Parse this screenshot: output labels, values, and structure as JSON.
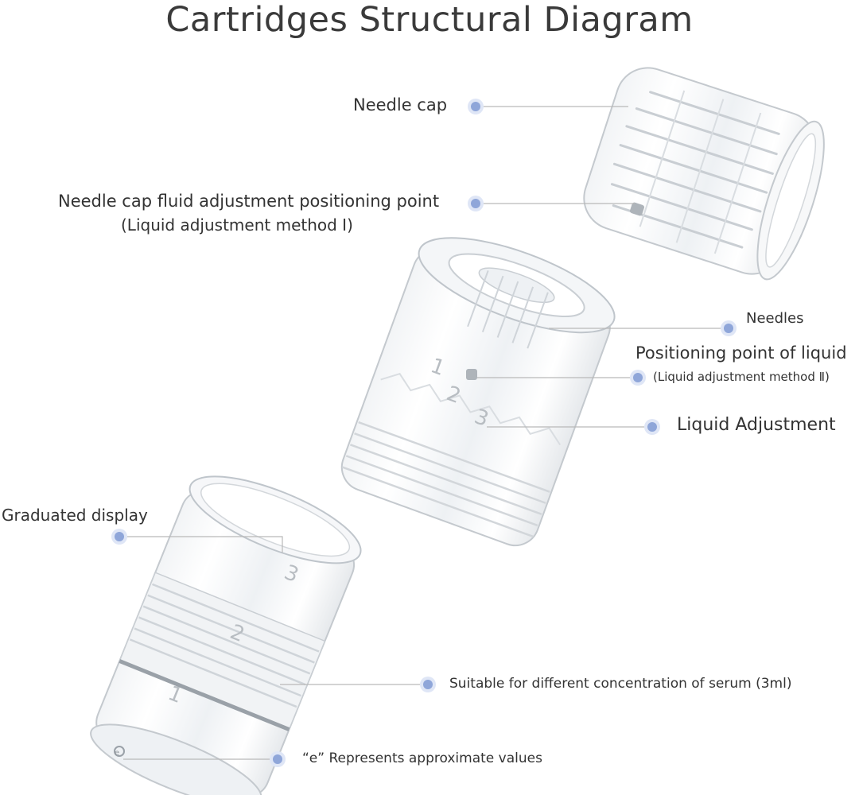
{
  "title": "Cartridges Structural Diagram",
  "labels": {
    "needle_cap": "Needle cap",
    "cap_point": "Needle cap fluid adjustment positioning point",
    "cap_point_method": "(Liquid adjustment method I)",
    "needles": "Needles",
    "positioning_point": "Positioning point of liquid",
    "positioning_method": "(Liquid adjustment method Ⅱ)",
    "liquid_adjustment": "Liquid Adjustment",
    "graduated_display": "Graduated display",
    "serum": "Suitable for different concentration of serum (3ml)",
    "approx": "“e” Represents approximate values"
  },
  "markings": {
    "mid_1": "1",
    "mid_2": "2",
    "mid_3": "3",
    "vial_1": "1",
    "vial_2": "2",
    "vial_3": "3",
    "e_mark": "e"
  },
  "colors": {
    "dot": "#8fa6d9",
    "dot_halo": "#dfe6f6",
    "leader": "#b9b9b9",
    "text": "#333333",
    "plastic_stroke": "#c9ced3"
  }
}
